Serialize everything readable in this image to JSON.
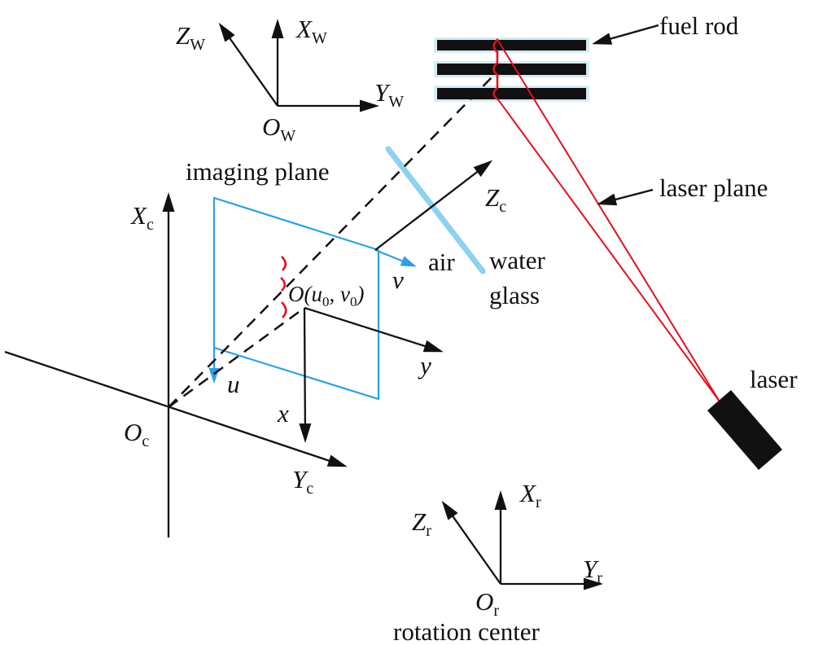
{
  "colors": {
    "black": "#111111",
    "blue": "#2d9fe4",
    "light_blue": "#8ed1f0",
    "halo": "#d6ebf6",
    "red": "#e0121c"
  },
  "labels": {
    "imaging_plane": "imaging plane",
    "fuel_rod": "fuel rod",
    "laser_plane": "laser plane",
    "laser": "laser",
    "air": "air",
    "water": "water",
    "glass": "glass",
    "rotation_center": "rotation center",
    "world": {
      "x": {
        "m": "X",
        "s": "W"
      },
      "y": {
        "m": "Y",
        "s": "W"
      },
      "z": {
        "m": "Z",
        "s": "W"
      },
      "o": {
        "m": "O",
        "s": "W"
      }
    },
    "camera": {
      "x": {
        "m": "X",
        "s": "c"
      },
      "y": {
        "m": "Y",
        "s": "c"
      },
      "z": {
        "m": "Z",
        "s": "c"
      },
      "o": {
        "m": "O",
        "s": "c"
      }
    },
    "rotation": {
      "x": {
        "m": "X",
        "s": "r"
      },
      "y": {
        "m": "Y",
        "s": "r"
      },
      "z": {
        "m": "Z",
        "s": "r"
      },
      "o": {
        "m": "O",
        "s": "r"
      }
    },
    "pixel": {
      "u": "u",
      "v": "v"
    },
    "image_xy": {
      "x": "x",
      "y": "y"
    },
    "principal": {
      "p1": "O(u",
      "s1": "0",
      "p2": ", v",
      "s2": "0",
      "p3": ")"
    }
  }
}
